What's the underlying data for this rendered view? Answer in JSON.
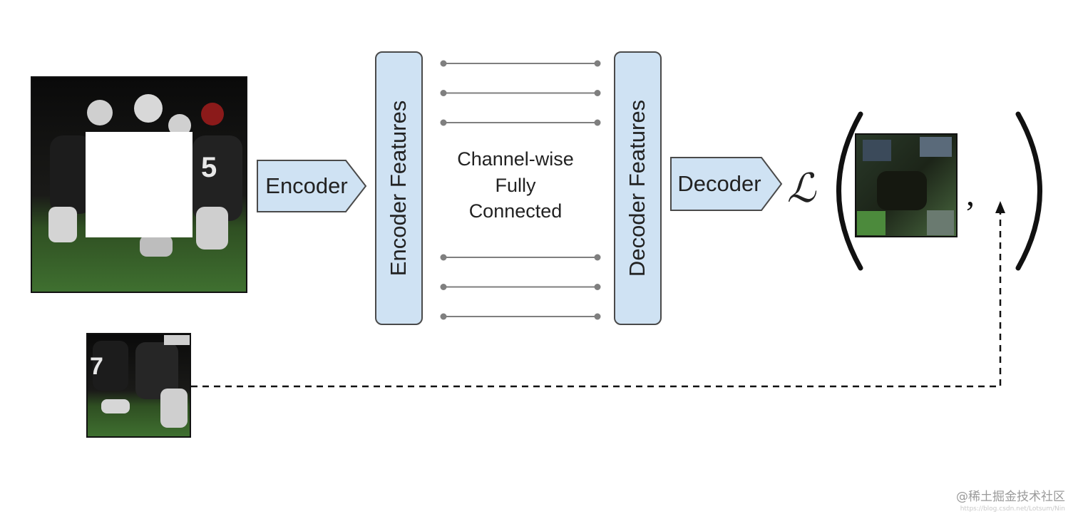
{
  "labels": {
    "encoder": "Encoder",
    "encoder_features": "Encoder Features",
    "fc_line1": "Channel-wise",
    "fc_line2": "Fully",
    "fc_line3": "Connected",
    "decoder_features": "Decoder Features",
    "decoder": "Decoder",
    "loss": "ℒ",
    "open_paren": "(",
    "comma": ",",
    "close_paren": ")"
  },
  "connections": {
    "top_lines": 3,
    "bottom_lines": 3
  },
  "colors": {
    "block_fill": "#cfe2f3",
    "block_stroke": "#4a4a4a",
    "connector": "#7f7f7f",
    "dashed_arrow": "#000000",
    "grass": "#3c6a2e",
    "night": "#0c0c0c",
    "mask": "#ffffff"
  },
  "watermark": {
    "main": "@稀土掘金技术社区",
    "sub": "https://blog.csdn.net/Lotsum/Nin"
  }
}
